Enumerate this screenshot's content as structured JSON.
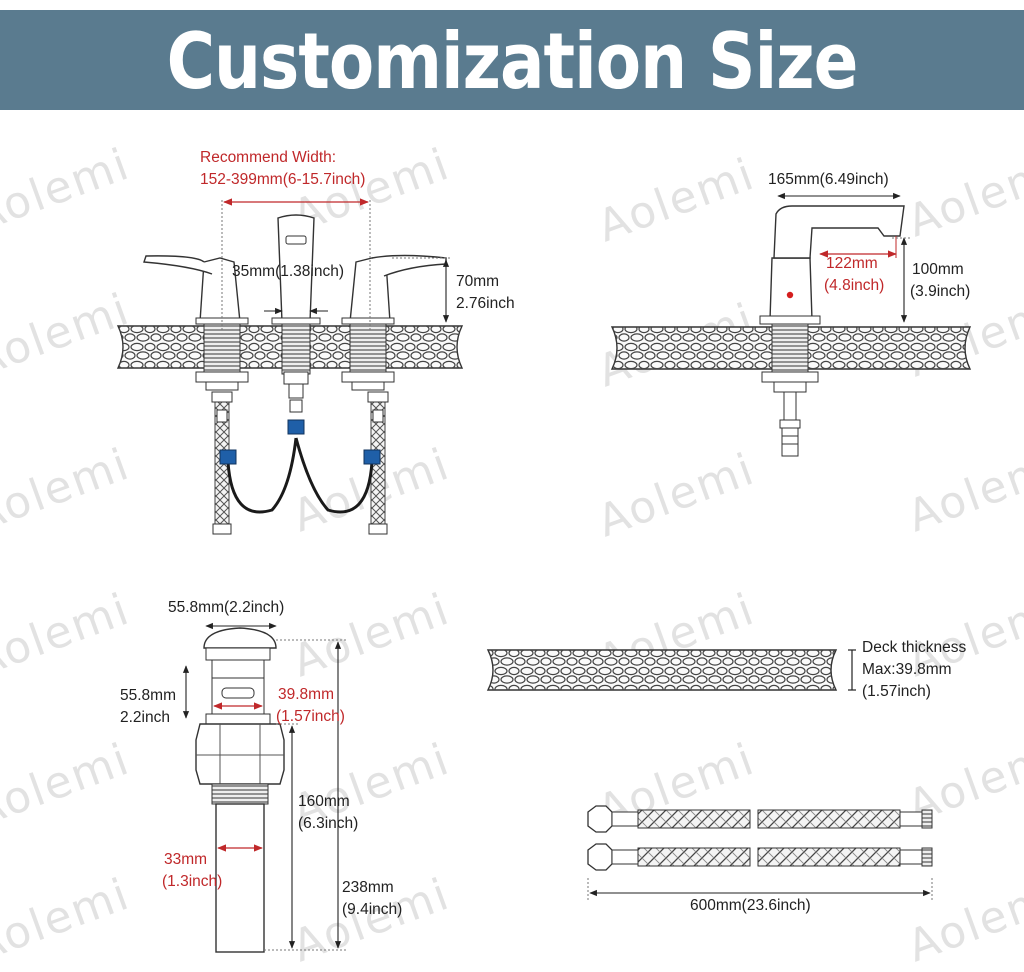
{
  "header": {
    "title": "Customization Size"
  },
  "watermark": {
    "text": "Aolemi"
  },
  "colors": {
    "banner": "#5a7b8f",
    "dimension_red": "#c0282a",
    "hose_connector": "#1f5fa8"
  },
  "faucet_front": {
    "recommend_line1": "Recommend Width:",
    "recommend_line2": "152-399mm(6-15.7inch)",
    "spout_width": "35mm(1.38inch)",
    "height_mm": "70mm",
    "height_inch": "2.76inch"
  },
  "faucet_side": {
    "length": "165mm(6.49inch)",
    "reach_mm": "122mm",
    "reach_inch": "(4.8inch)",
    "height_mm": "100mm",
    "height_inch": "(3.9inch)"
  },
  "drain": {
    "cap_width": "55.8mm(2.2inch)",
    "cap_height_mm": "55.8mm",
    "cap_height_inch": "2.2inch",
    "body_mm": "39.8mm",
    "body_inch": "(1.57inch)",
    "pipe_mm": "33mm",
    "pipe_inch": "(1.3inch)",
    "mid_mm": "160mm",
    "mid_inch": "(6.3inch)",
    "total_mm": "238mm",
    "total_inch": "(9.4inch)"
  },
  "deck": {
    "line1": "Deck thickness",
    "line2": "Max:39.8mm",
    "line3": "(1.57inch)"
  },
  "hoses": {
    "length": "600mm(23.6inch)"
  }
}
